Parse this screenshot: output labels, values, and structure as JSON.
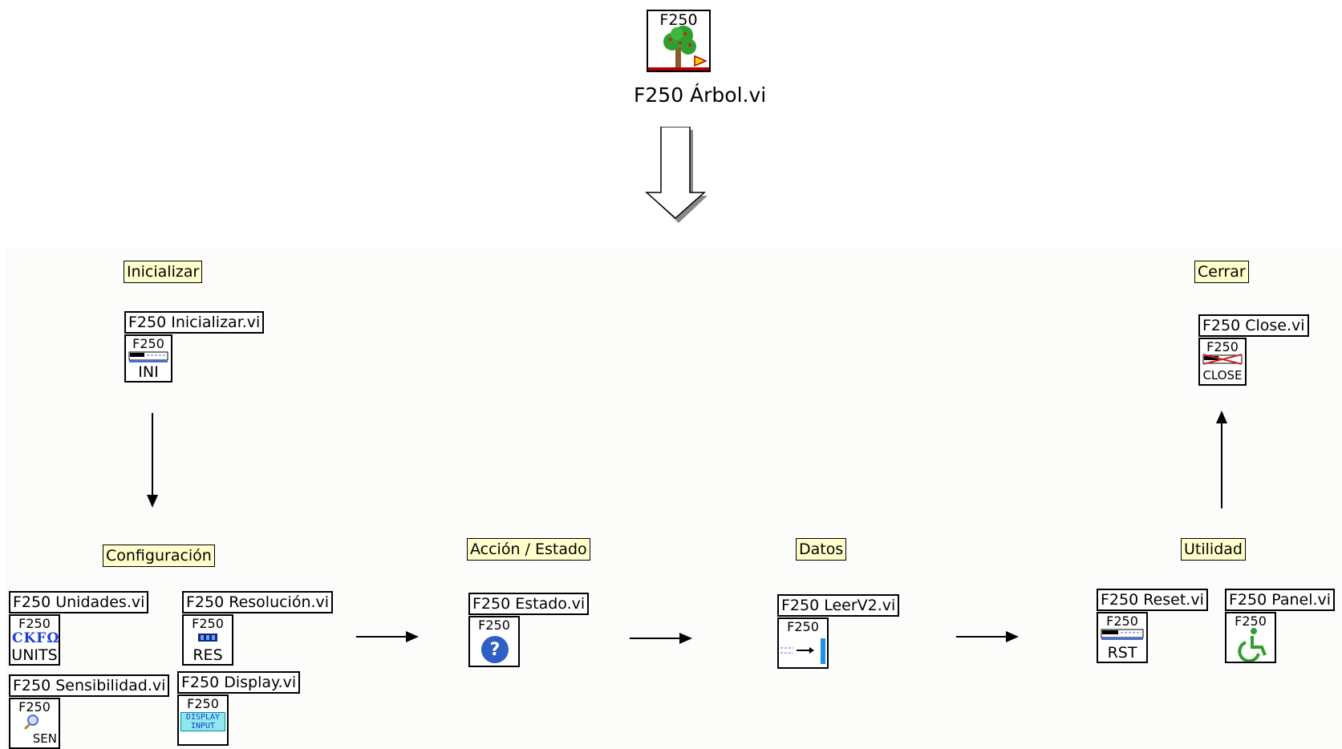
{
  "top": {
    "icon_label": "F250",
    "title": "F250 Árbol.vi"
  },
  "icon_header": "F250",
  "sections": {
    "inicializar": "Inicializar",
    "configuracion": "Configuración",
    "accion_estado": "Acción / Estado",
    "datos": "Datos",
    "utilidad": "Utilidad",
    "cerrar": "Cerrar"
  },
  "vis": {
    "inicializar": {
      "name": "F250 Inicializar.vi",
      "code": "INI"
    },
    "unidades": {
      "name": "F250 Unidades.vi",
      "code": "UNITS",
      "symbols": "CKFΩ"
    },
    "resolucion": {
      "name": "F250 Resolución.vi",
      "code": "RES"
    },
    "sensibilidad": {
      "name": "F250 Sensibilidad.vi",
      "code": "SEN"
    },
    "display": {
      "name": "F250 Display.vi",
      "line1": "DISPLAY",
      "line2": "INPUT"
    },
    "estado": {
      "name": "F250 Estado.vi",
      "icon": "question-icon"
    },
    "leer": {
      "name": "F250 LeerV2.vi",
      "icon": "read-data-icon"
    },
    "reset": {
      "name": "F250 Reset.vi",
      "code": "RST"
    },
    "panel": {
      "name": "F250 Panel.vi",
      "icon": "wheelchair-icon"
    },
    "close": {
      "name": "F250 Close.vi",
      "code": "CLOSE"
    }
  },
  "colors": {
    "label_bg": "#ffffcc",
    "tree_green": "#2e9e2e",
    "question_blue": "#2f5fc4",
    "display_cyan": "#8fe8f0"
  }
}
